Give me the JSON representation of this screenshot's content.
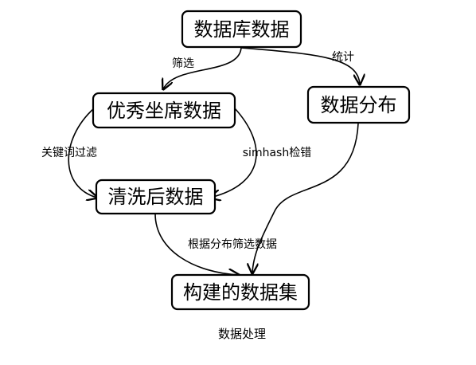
{
  "nodes": {
    "database": "数据库数据",
    "good_seats": "优秀坐席数据",
    "distribution": "数据分布",
    "cleaned": "清洗后数据",
    "built": "构建的数据集"
  },
  "edges": {
    "filter": "筛选",
    "statistics": "统计",
    "keyword_filter": "关键词过滤",
    "simhash_check": "simhash检错",
    "filter_by_distribution": "根据分布筛选数据"
  },
  "caption": "数据处理"
}
